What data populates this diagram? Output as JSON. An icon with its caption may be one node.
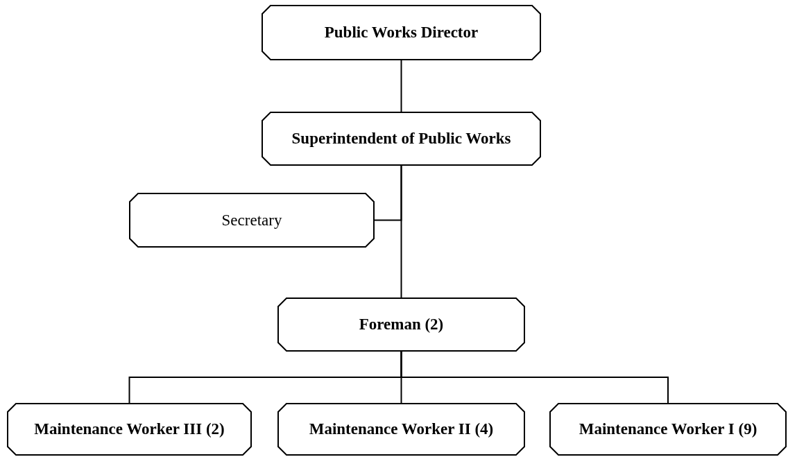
{
  "diagram": {
    "nodes": [
      {
        "text": [
          "Public Works Director"
        ]
      },
      {
        "text": [
          "Superintendent of Public Works"
        ]
      },
      {
        "text": [
          "Secretary"
        ]
      },
      {
        "text": [
          "Foreman (2)"
        ]
      },
      {
        "text": [
          "Maintenance Worker III (2)"
        ]
      },
      {
        "text": [
          "Maintenance Worker II (4)"
        ]
      },
      {
        "text": [
          "Maintenance Worker I (9)"
        ]
      }
    ],
    "edges": [
      {
        "from": 0,
        "to": 1,
        "arrow": "none"
      },
      {
        "from": 1,
        "to": 2,
        "arrow": "none"
      },
      {
        "from": 1,
        "to": 3,
        "arrow": "none"
      },
      {
        "from": 3,
        "to": 4,
        "arrow": "none"
      },
      {
        "from": 3,
        "to": 5,
        "arrow": "none"
      },
      {
        "from": 3,
        "to": 6,
        "arrow": "none"
      }
    ]
  }
}
